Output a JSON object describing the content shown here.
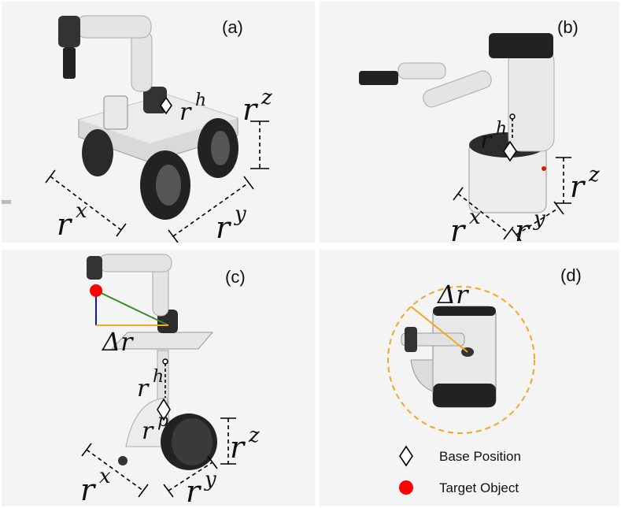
{
  "panels": {
    "a": {
      "label": "(a)",
      "base": "r",
      "h_sup": "h",
      "z_sup": "z",
      "x_sup": "x",
      "y_sup": "y"
    },
    "b": {
      "label": "(b)",
      "base": "r",
      "h_sup": "h",
      "z_sup": "z",
      "x_sup": "x",
      "y_sup": "y"
    },
    "c": {
      "label": "(c)",
      "delta": "Δr",
      "base": "r",
      "h_sup": "h",
      "p_sup": "p",
      "z_sup": "z",
      "x_sup": "x",
      "y_sup": "y"
    },
    "d": {
      "label": "(d)",
      "delta": "Δr"
    }
  },
  "legend": {
    "base_position": "Base Position",
    "target_object": "Target Object"
  },
  "colors": {
    "target": "#ff0000",
    "radius_line": "#f5a623",
    "circle_dash": "#f5a623",
    "green_line": "#3b8b2a",
    "blue_line": "#1010d0"
  }
}
